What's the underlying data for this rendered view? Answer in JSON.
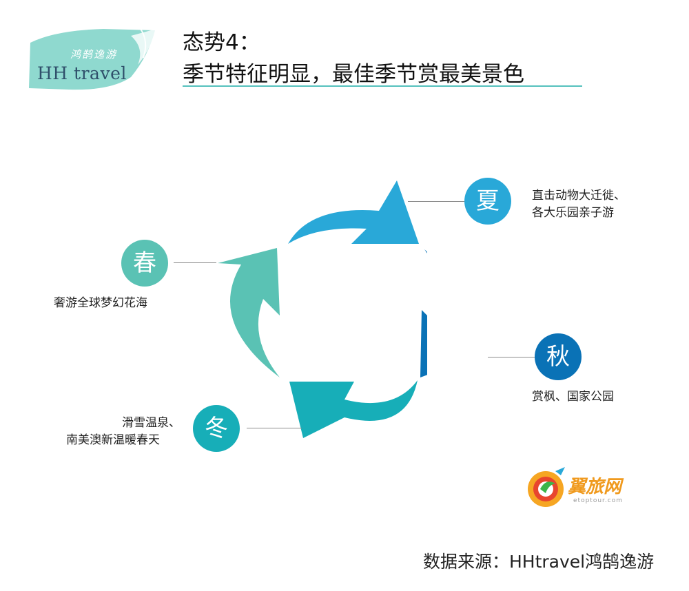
{
  "logo": {
    "cn": "鸿鹄逸游",
    "en": "HH travel"
  },
  "title": {
    "line1": "态势4：",
    "line2": "季节特征明显，最佳季节赏最美景色"
  },
  "seasons": [
    {
      "key": "summer",
      "label": "夏",
      "lines": [
        "直击动物大迁徙、",
        "各大乐园亲子游"
      ],
      "color": "#29a8d8"
    },
    {
      "key": "autumn",
      "label": "秋",
      "lines": [
        "赏枫、国家公园"
      ],
      "color": "#0a72b6"
    },
    {
      "key": "winter",
      "label": "冬",
      "lines": [
        "滑雪温泉、",
        "南美澳新温暖春天"
      ],
      "color": "#17aeb8"
    },
    {
      "key": "spring",
      "label": "春",
      "lines": [
        "奢游全球梦幻花海"
      ],
      "color": "#5ac2b4"
    }
  ],
  "partner_logo": {
    "cn": "翼旅网",
    "url": "etoptour.com"
  },
  "source": "数据来源：HHtravel鸿鹄逸游"
}
